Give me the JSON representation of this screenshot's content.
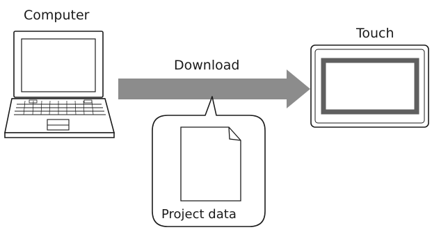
{
  "diagram": {
    "computer_label": "Computer",
    "touch_label": "Touch",
    "download_label": "Download",
    "project_data_label": "Project data"
  },
  "colors": {
    "line": "#1a1a1a",
    "arrow": "#8c8c8c",
    "screen_bezel": "#5f5f5f",
    "background": "#ffffff"
  }
}
